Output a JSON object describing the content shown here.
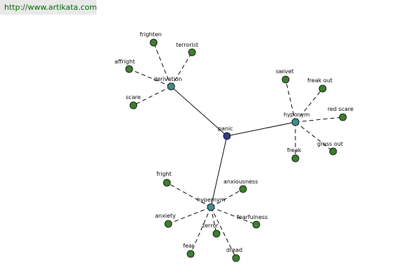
{
  "site_url": "http://www.artikata.com",
  "colors": {
    "center": "#2b3f8c",
    "hub": "#3f8f8f",
    "leaf": "#3e7f2f",
    "node_stroke": "#000000",
    "url_text": "#006600",
    "url_background": "#e9e9e9"
  },
  "graph": {
    "center": {
      "id": "panic",
      "label": "panic"
    },
    "hubs": [
      {
        "id": "derivation",
        "label": "derivation",
        "leaves": [
          {
            "id": "frighten",
            "label": "frighten"
          },
          {
            "id": "terrorist",
            "label": "terrorist"
          },
          {
            "id": "affright",
            "label": "affright"
          },
          {
            "id": "scare",
            "label": "scare"
          }
        ]
      },
      {
        "id": "hyponym",
        "label": "hyponym",
        "leaves": [
          {
            "id": "swivet",
            "label": "swivet"
          },
          {
            "id": "freak-out",
            "label": "freak out"
          },
          {
            "id": "red-scare",
            "label": "red scare"
          },
          {
            "id": "gross-out",
            "label": "gross out"
          },
          {
            "id": "freak",
            "label": "freak"
          }
        ]
      },
      {
        "id": "hypernym",
        "label": "hypernym",
        "leaves": [
          {
            "id": "fright",
            "label": "fright"
          },
          {
            "id": "anxiousness",
            "label": "anxiousness"
          },
          {
            "id": "anxiety",
            "label": "anxiety"
          },
          {
            "id": "fearfulness",
            "label": "fearfulness"
          },
          {
            "id": "terror",
            "label": "terror"
          },
          {
            "id": "fear",
            "label": "fear"
          },
          {
            "id": "dread",
            "label": "dread"
          }
        ]
      }
    ]
  }
}
